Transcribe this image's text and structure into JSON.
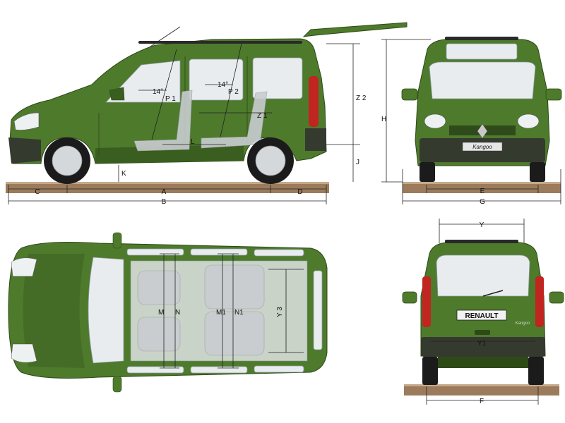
{
  "views": {
    "side": {
      "dimension_labels": {
        "A": "A",
        "B": "B",
        "C": "C",
        "D": "D",
        "J": "J",
        "K": "K",
        "H_side": "",
        "Z2": "Z 2",
        "P1": "P 1",
        "P2": "P 2",
        "Z1": "Z 1",
        "L": "L",
        "angle1": "14°",
        "angle2": "14°"
      }
    },
    "front": {
      "dimension_labels": {
        "H": "H",
        "E": "E",
        "G": "G"
      },
      "badge": "Kangoo"
    },
    "top": {
      "dimension_labels": {
        "M": "M",
        "N": "N",
        "M1": "M1",
        "N1": "N1",
        "Y3": "Y 3"
      }
    },
    "rear": {
      "dimension_labels": {
        "Y": "Y",
        "Y1": "Y1",
        "F": "F"
      },
      "brand_plate": "RENAULT",
      "script_badge": "Kangoo"
    }
  },
  "colors": {
    "body": "#4e7a2c",
    "body_dark": "#3a5e1f",
    "ground": "#9b7b5c",
    "glass": "#e9ecee",
    "tail_light": "#c0251f"
  }
}
